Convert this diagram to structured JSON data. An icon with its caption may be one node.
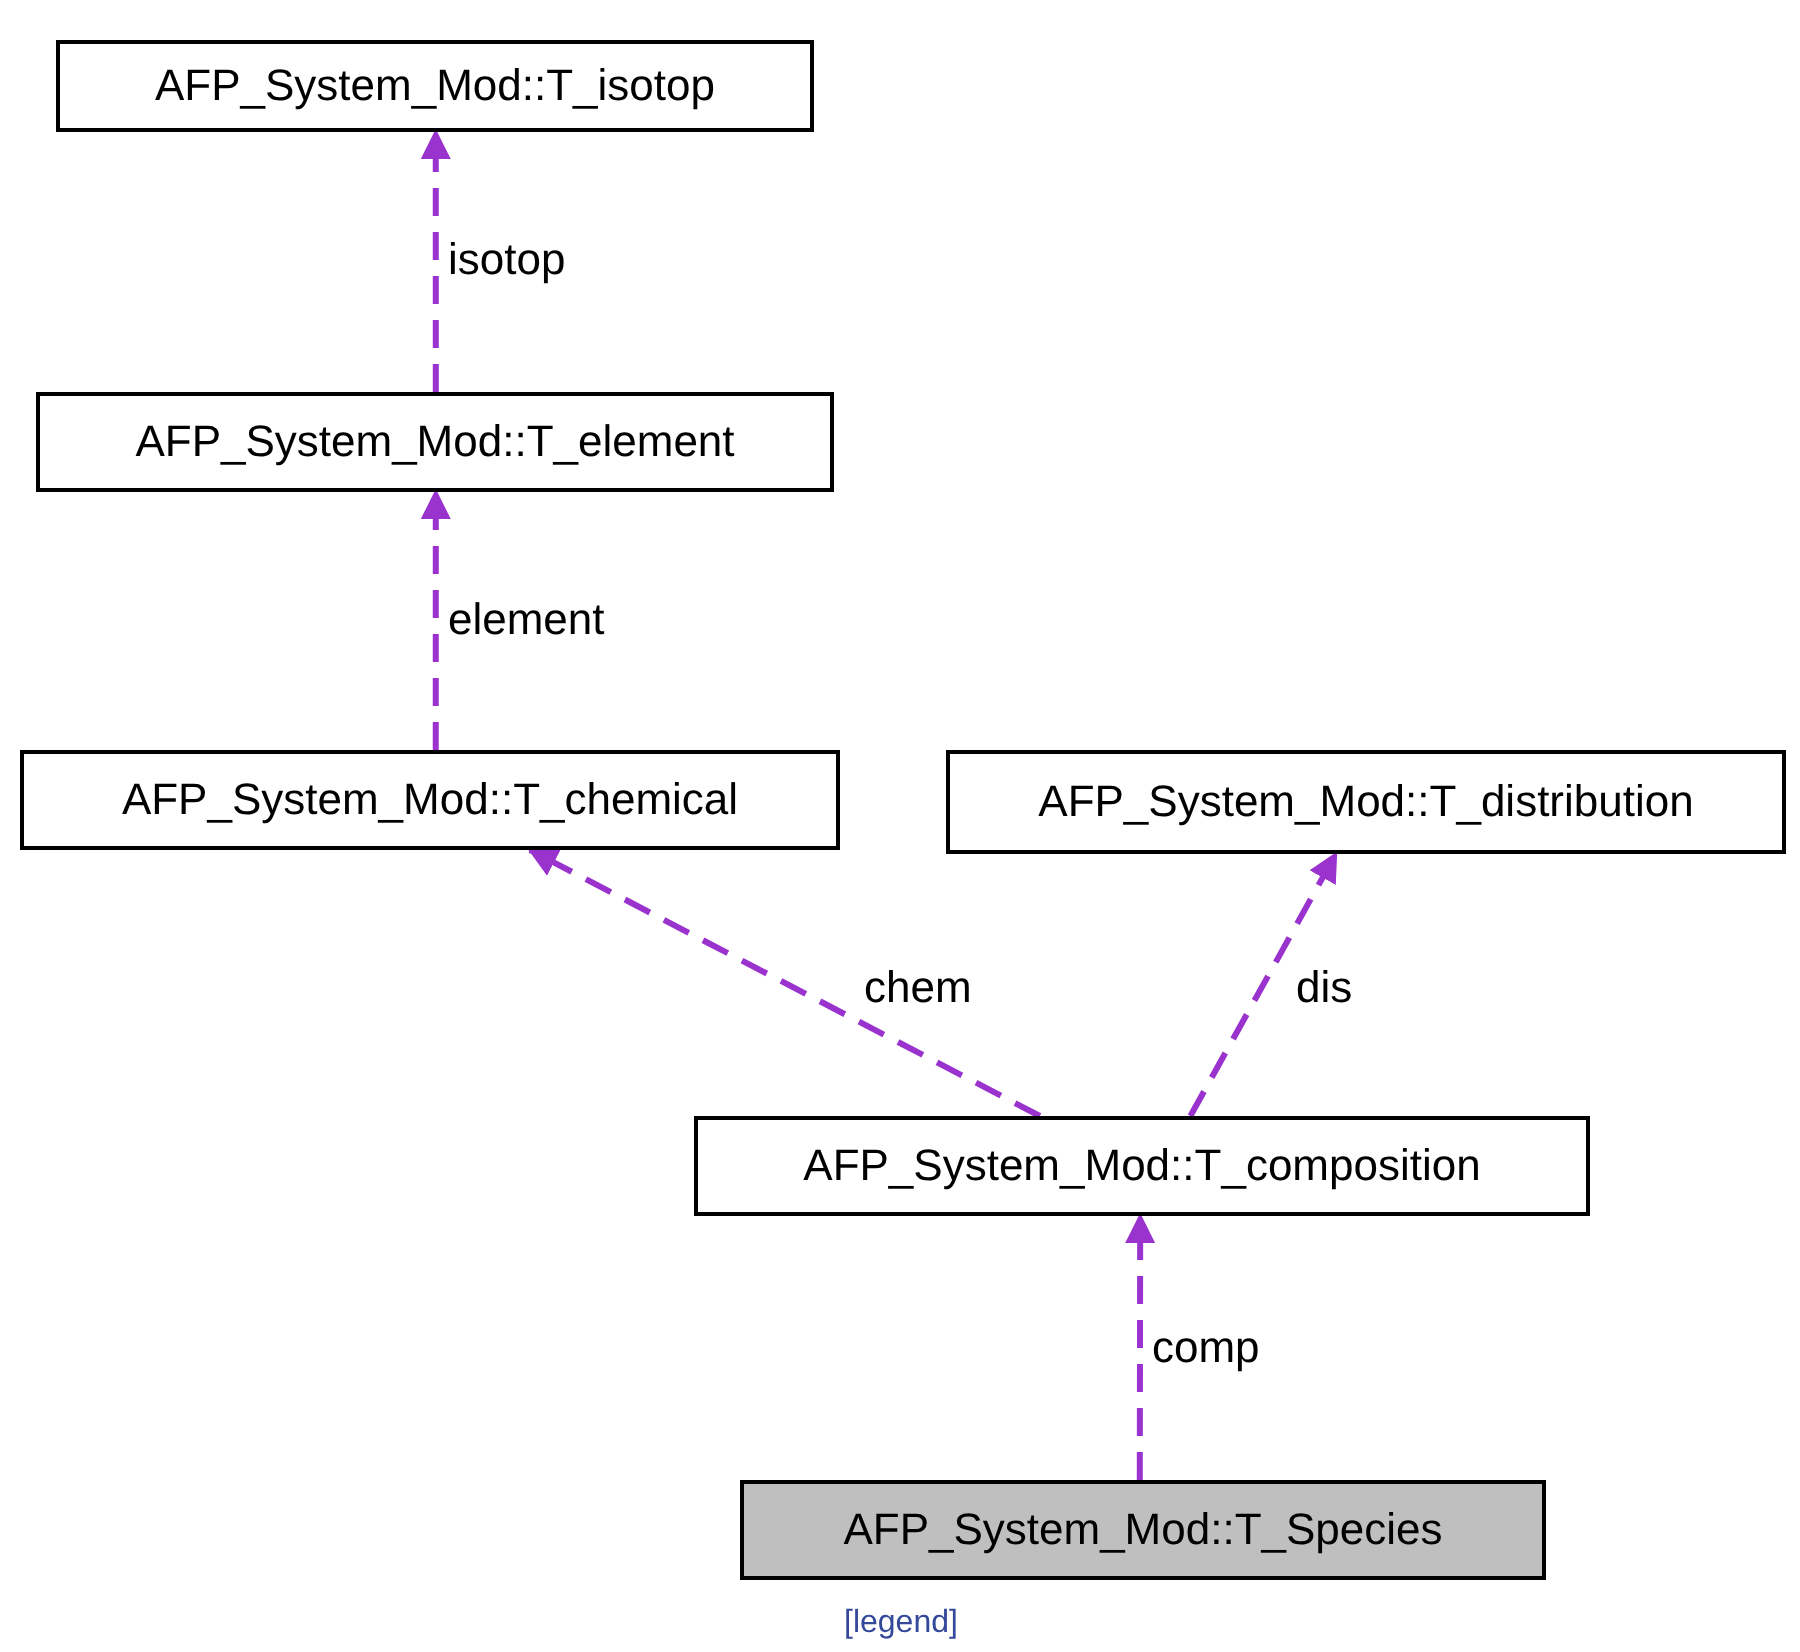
{
  "diagram": {
    "nodes": [
      {
        "text": [
          "AFP_System_Mod::T_isotop"
        ]
      },
      {
        "text": [
          "AFP_System_Mod::T_element"
        ]
      },
      {
        "text": [
          "AFP_System_Mod::T_chemical"
        ]
      },
      {
        "text": [
          "AFP_System_Mod::T_distribution"
        ]
      },
      {
        "text": [
          "AFP_System_Mod::T_composition"
        ]
      },
      {
        "text": [
          "AFP_System_Mod::T_Species"
        ]
      }
    ],
    "edges": [
      {
        "from": 1,
        "to": 0,
        "arrow": "to",
        "label": "isotop",
        "style": "dashed"
      },
      {
        "from": 2,
        "to": 1,
        "arrow": "to",
        "label": "element",
        "style": "dashed"
      },
      {
        "from": 4,
        "to": 2,
        "arrow": "to",
        "label": "chem",
        "style": "dashed"
      },
      {
        "from": 4,
        "to": 3,
        "arrow": "to",
        "label": "dis",
        "style": "dashed"
      },
      {
        "from": 5,
        "to": 4,
        "arrow": "to",
        "label": "comp",
        "style": "dashed"
      }
    ],
    "labels": [
      "[legend]"
    ]
  }
}
